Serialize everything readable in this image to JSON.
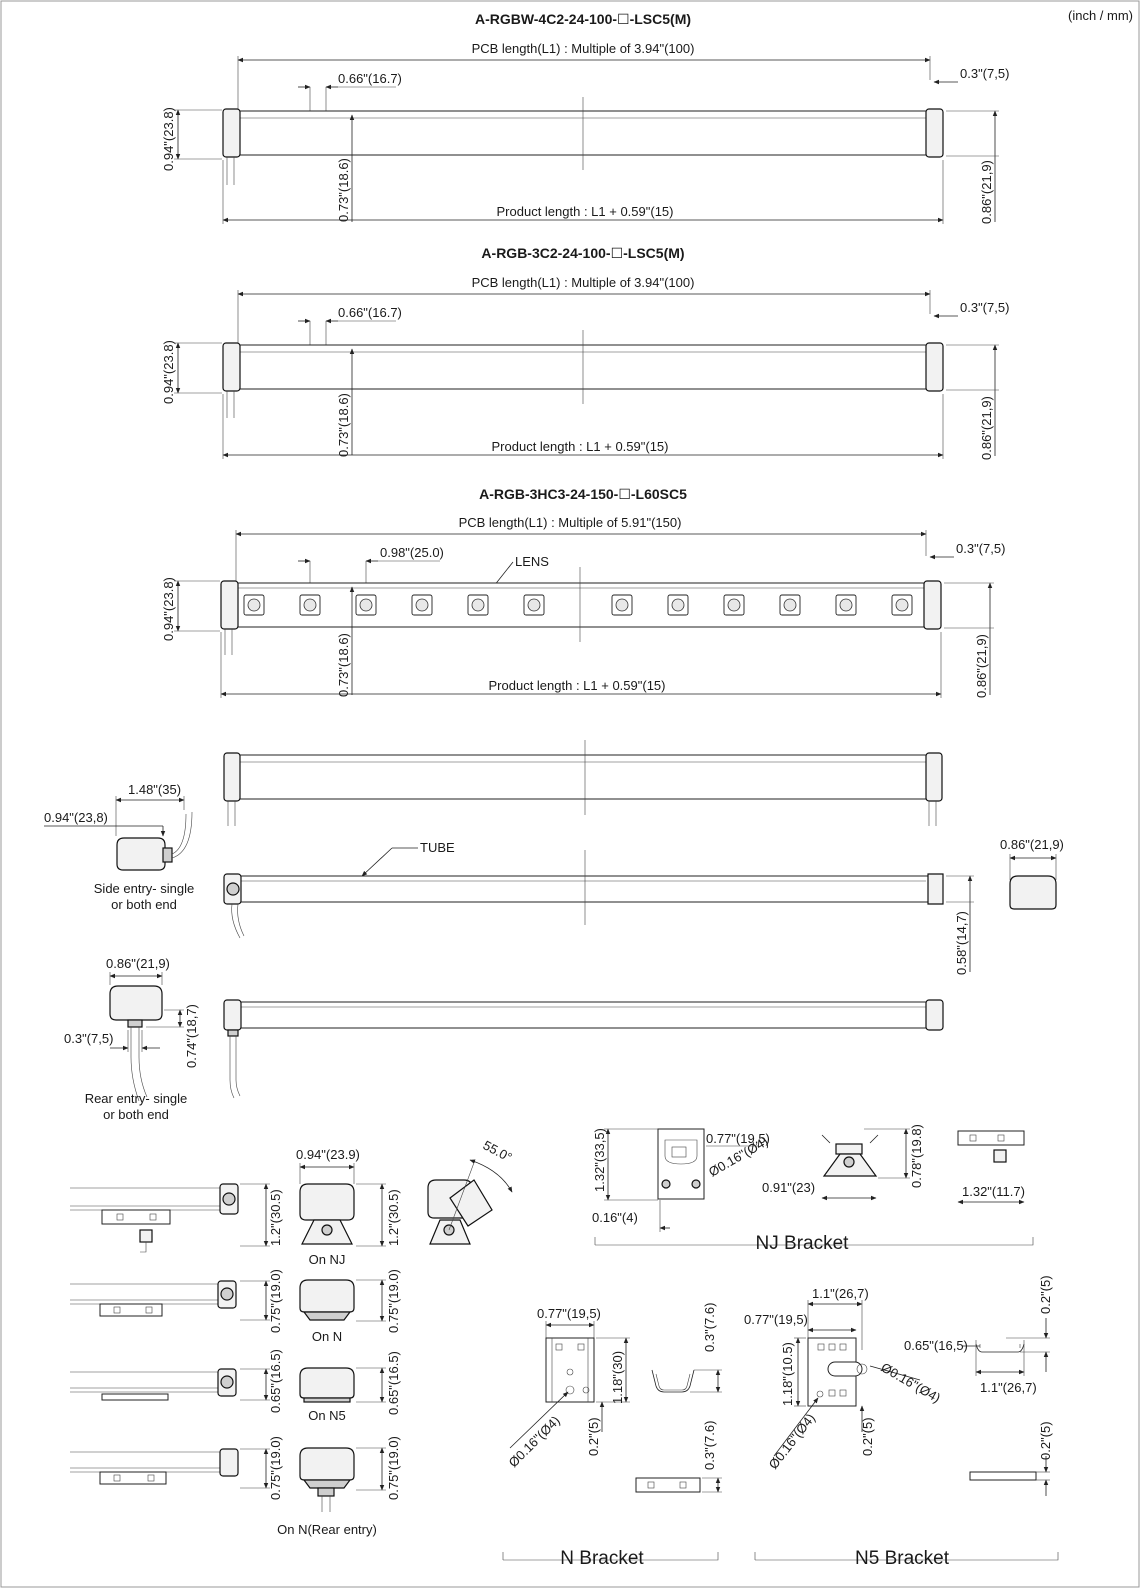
{
  "units_note": "(inch / mm)",
  "products": [
    {
      "title": "A-RGBW-4C2-24-100-☐-LSC5(M)",
      "pcb_length": "PCB length(L1) : Multiple of 3.94\"(100)",
      "pitch": "0.66\"(16.7)",
      "end_gap": "0.3\"(7,5)",
      "height_total": "0.94\"(23.8)",
      "height_body": "0.73\"(18.6)",
      "height_cap": "0.86\"(21,9)",
      "product_length": "Product length : L1 + 0.59\"(15)"
    },
    {
      "title": "A-RGB-3C2-24-100-☐-LSC5(M)",
      "pcb_length": "PCB length(L1) : Multiple of 3.94\"(100)",
      "pitch": "0.66\"(16.7)",
      "end_gap": "0.3\"(7,5)",
      "height_total": "0.94\"(23.8)",
      "height_body": "0.73\"(18.6)",
      "height_cap": "0.86\"(21,9)",
      "product_length": "Product length : L1 + 0.59\"(15)"
    },
    {
      "title": "A-RGB-3HC3-24-150-☐-L60SC5",
      "pcb_length": "PCB length(L1) : Multiple of 5.91\"(150)",
      "pitch": "0.98\"(25.0)",
      "lens_label": "LENS",
      "end_gap": "0.3\"(7,5)",
      "height_total": "0.94\"(23.8)",
      "height_body": "0.73\"(18.6)",
      "height_cap": "0.86\"(21,9)",
      "product_length": "Product length : L1 + 0.59\"(15)"
    }
  ],
  "entries": {
    "side": {
      "width": "1.48\"(35)",
      "height": "0.94\"(23,8)",
      "caption_line1": "Side entry- single",
      "caption_line2": "or both end"
    },
    "tube_label": "TUBE",
    "cap_width": "0.86\"(21,9)",
    "tube_height": "0.58\"(14,7)",
    "rear": {
      "width": "0.86\"(21,9)",
      "offset": "0.3\"(7,5)",
      "height": "0.74\"(18,7)",
      "caption_line1": "Rear entry- single",
      "caption_line2": "or both end"
    }
  },
  "mounting": {
    "nj_height_side": "1.2\"(30.5)",
    "nj_width": "0.94\"(23.9)",
    "nj_height": "1.2\"(30.5)",
    "nj_label": "On NJ",
    "tilt_angle": "55.0°",
    "n_height_side": "0.75\"(19.0)",
    "n_height": "0.75\"(19.0)",
    "n_label": "On N",
    "n5_height_side": "0.65\"(16.5)",
    "n5_height": "0.65\"(16.5)",
    "n5_label": "On N5",
    "nr_height_side": "0.75\"(19.0)",
    "nr_height": "0.75\"(19.0)",
    "nr_label": "On N(Rear entry)"
  },
  "nj_bracket": {
    "title": "NJ Bracket",
    "height": "1.32\"(33,5)",
    "width": "0.77\"(19,5)",
    "hole": "Ø0.16\"(Ø4)",
    "edge": "0.16\"(4)",
    "base_width": "0.91\"(23)",
    "base_height": "0.78\"(19.8)",
    "side_width": "1.32\"(11.7)"
  },
  "n_bracket": {
    "title": "N Bracket",
    "width": "0.77\"(19,5)",
    "height": "1.18\"(30)",
    "hole": "Ø0.16\"(Ø4)",
    "lip": "0.2\"(5)",
    "depth_top": "0.3\"(7.6)",
    "depth_bottom": "0.3\"(7.6)"
  },
  "n5_bracket": {
    "title": "N5 Bracket",
    "width_top": "1.1\"(26,7)",
    "width": "0.77\"(19,5)",
    "height": "1.18\"(10.5)",
    "hole_right": "Ø0.16\"(Ø4)",
    "hole_left": "Ø0.16\"(Ø4)",
    "lip": "0.2\"(5)",
    "side_offset": "0.65\"(16,5)",
    "side_width": "1.1\"(26,7)",
    "depth_top": "0.2\"(5)",
    "depth_bottom": "0.2\"(5)"
  }
}
